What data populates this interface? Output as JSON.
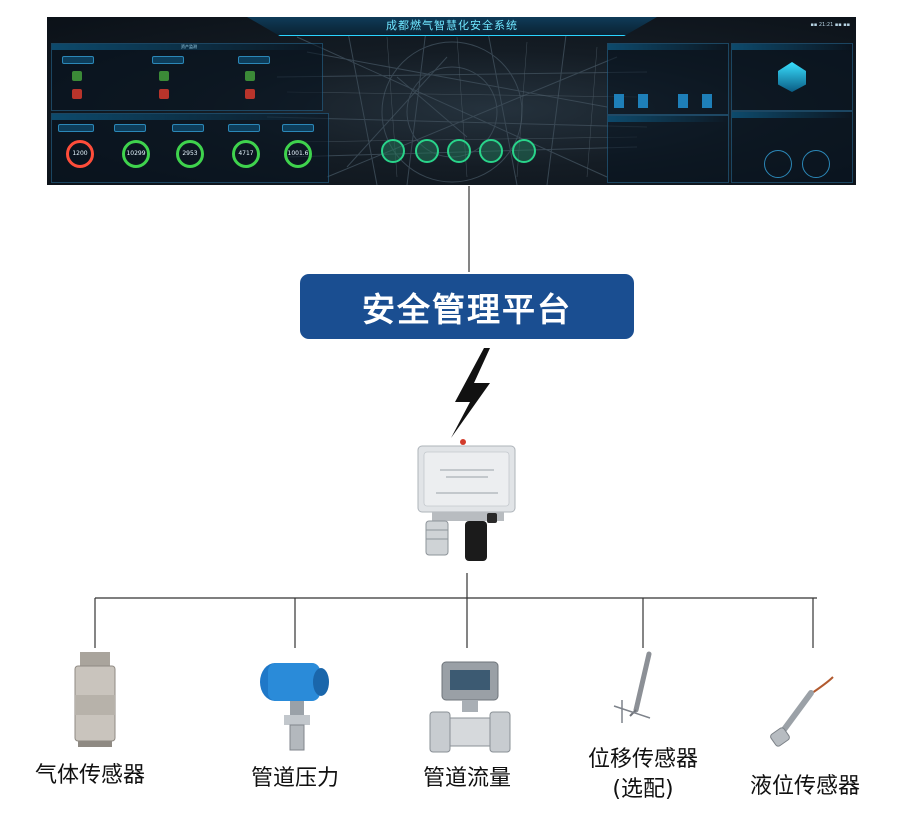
{
  "dashboard": {
    "title": "成都燃气智慧化安全系统",
    "left_panel_title": "资产监测",
    "gauges": [
      "1200",
      "10299",
      "2953",
      "4717",
      "1001.6"
    ]
  },
  "platform": {
    "label": "安全管理平台"
  },
  "sensors": [
    {
      "label": "气体传感器"
    },
    {
      "label": "管道压力"
    },
    {
      "label": "管道流量"
    },
    {
      "label_line1": "位移传感器",
      "label_line2": "(选配)"
    },
    {
      "label": "液位传感器"
    }
  ],
  "colors": {
    "platform": "#1a4e91",
    "lightning": "#111111",
    "line": "#333333"
  }
}
